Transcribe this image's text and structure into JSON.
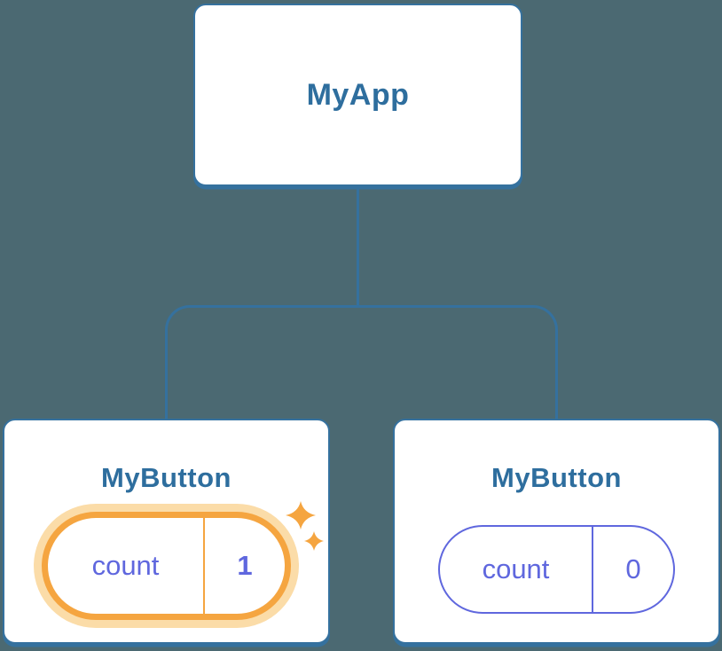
{
  "colors": {
    "background": "#4B6972",
    "node_border": "#35719E",
    "node_text": "#2E6E9E",
    "state_accent": "#5F67DE",
    "highlight_orange": "#F5A540",
    "highlight_glow": "#FBDCA8"
  },
  "tree": {
    "root": {
      "label": "MyApp"
    },
    "children": [
      {
        "label": "MyButton",
        "state": {
          "key": "count",
          "value": "1"
        },
        "highlighted": true,
        "icon": "sparkles-icon"
      },
      {
        "label": "MyButton",
        "state": {
          "key": "count",
          "value": "0"
        },
        "highlighted": false
      }
    ]
  }
}
